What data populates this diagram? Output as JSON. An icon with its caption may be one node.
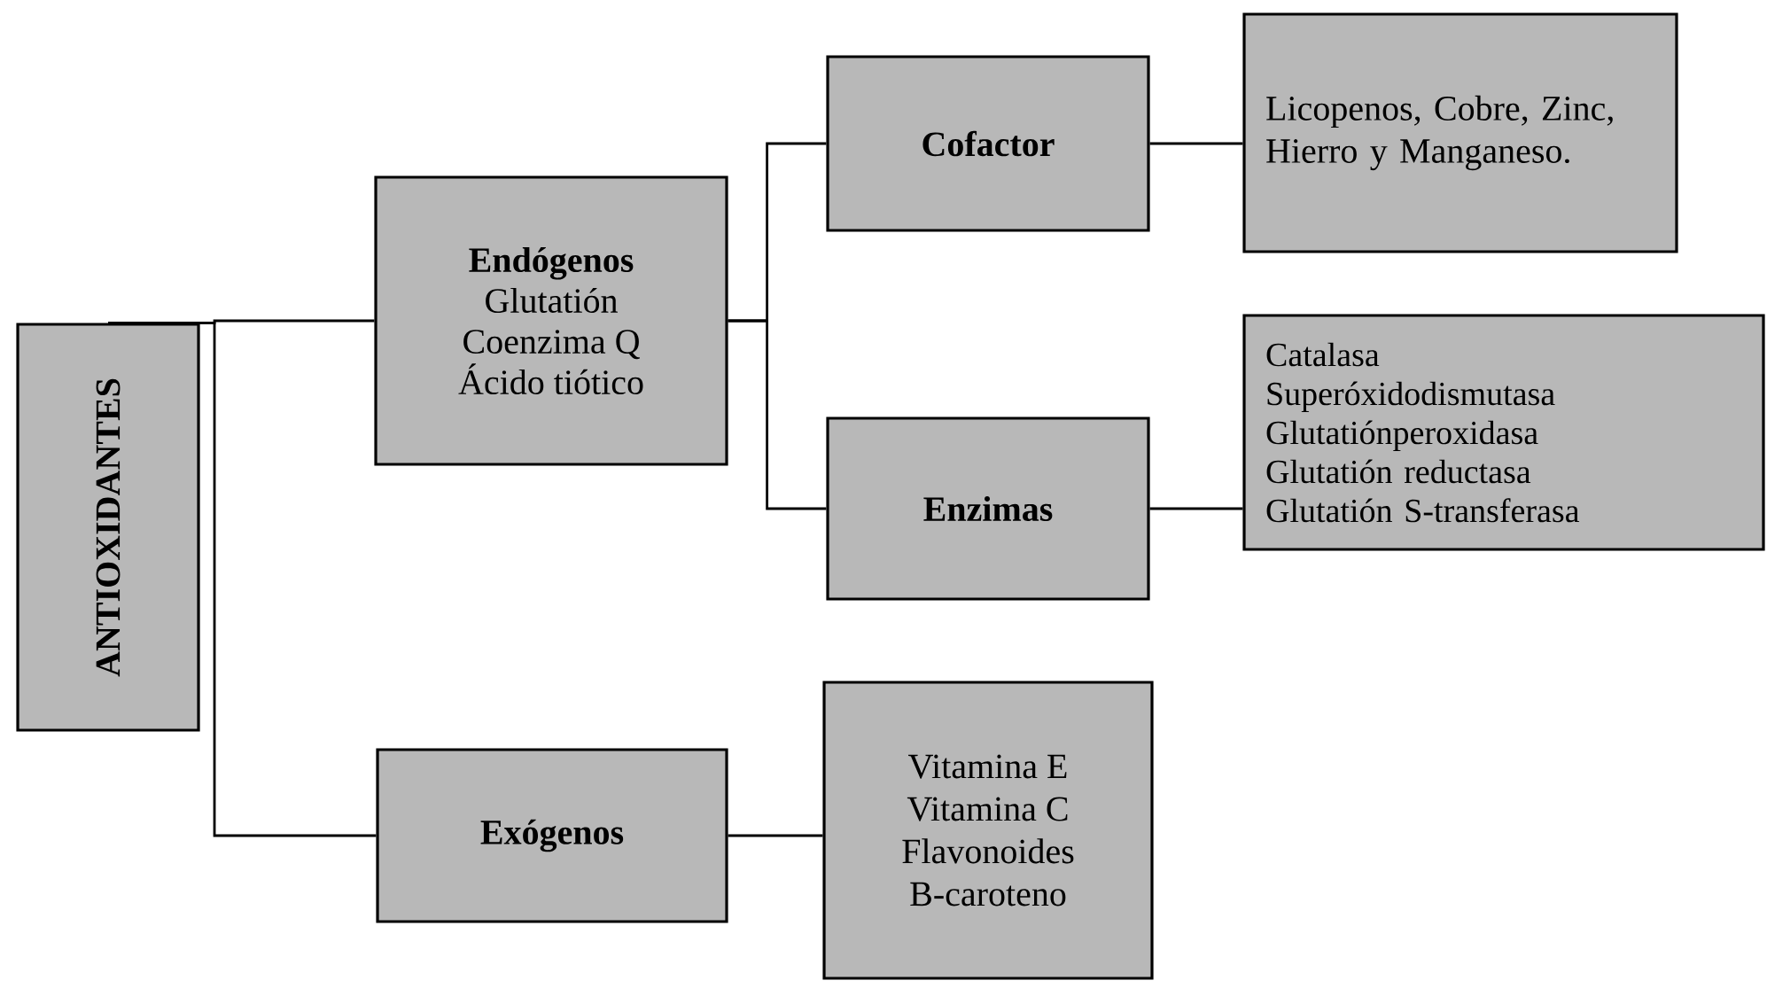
{
  "diagram": {
    "nodes": [
      {
        "text": [
          "ANTIOXIDANTES"
        ]
      },
      {
        "text": [
          "Endógenos",
          "Glutatión",
          "Coenzima Q",
          "Ácido tiótico"
        ]
      },
      {
        "text": [
          "Cofactor"
        ]
      },
      {
        "text": [
          "Licopenos, Cobre, Zinc, Hierro y Manganeso."
        ]
      },
      {
        "text": [
          "Enzimas"
        ]
      },
      {
        "text": [
          "Catalasa",
          "Superóxidodismutasa",
          "Glutatiónperoxidasa",
          "Glutatión reductasa",
          "Glutatión S-transferasa"
        ]
      },
      {
        "text": [
          "Exógenos"
        ]
      },
      {
        "text": [
          "Vitamina E",
          "Vitamina C",
          "Flavonoides",
          "B-caroteno"
        ]
      }
    ],
    "edges": [
      {
        "from": 0,
        "to": 1,
        "arrow": "none"
      },
      {
        "from": 0,
        "to": 6,
        "arrow": "none"
      },
      {
        "from": 1,
        "to": 2,
        "arrow": "none"
      },
      {
        "from": 1,
        "to": 4,
        "arrow": "none"
      },
      {
        "from": 2,
        "to": 3,
        "arrow": "none"
      },
      {
        "from": 4,
        "to": 5,
        "arrow": "none"
      },
      {
        "from": 6,
        "to": 7,
        "arrow": "none"
      }
    ]
  }
}
